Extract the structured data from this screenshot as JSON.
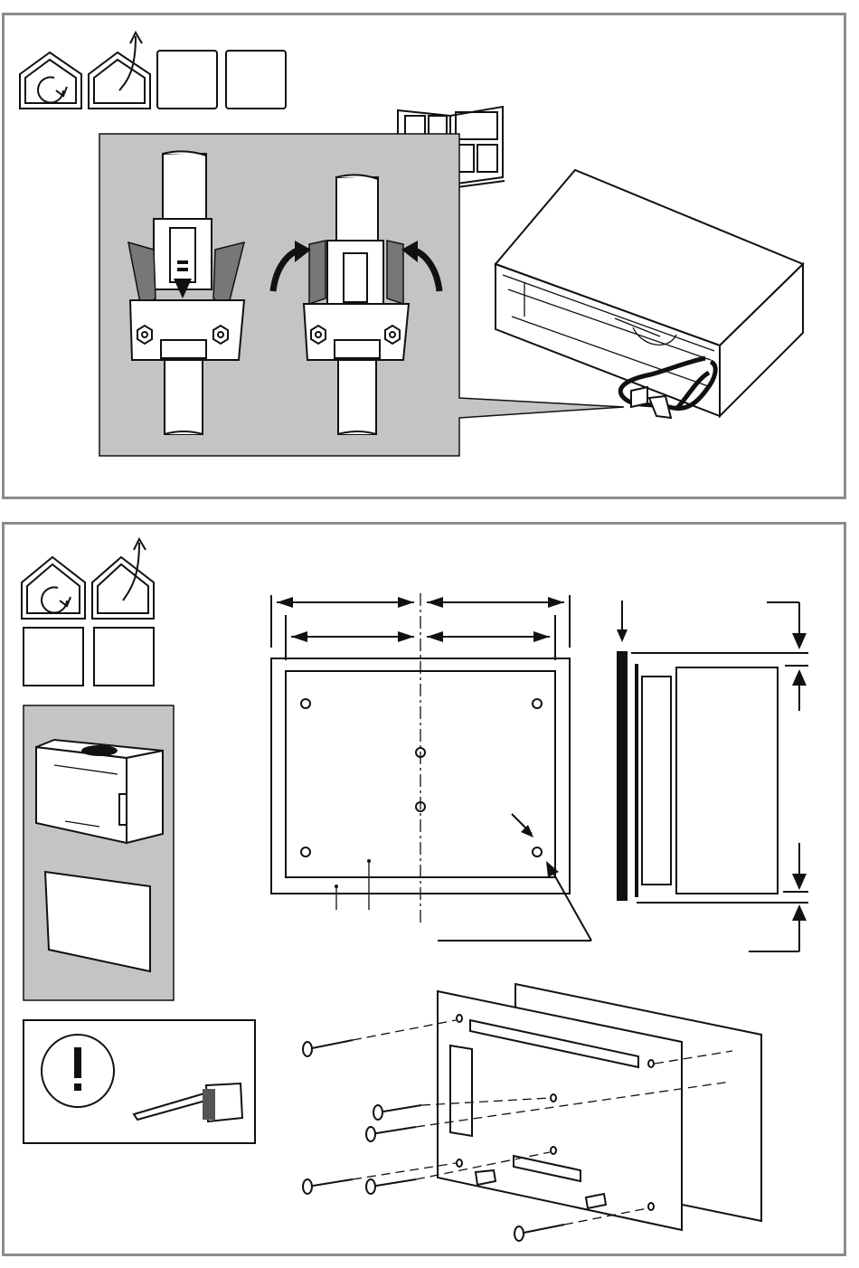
{
  "page": {
    "description_visible_text": "",
    "colors": {
      "panel_border": "#8c8c8c",
      "gray_box": "#c4c4c4",
      "ink": "#111111"
    }
  },
  "top_panel": {
    "icons": [
      "home-rotate-icon",
      "home-exhaust-icon",
      "empty-box",
      "empty-box"
    ],
    "manual_icon": "open-book-icon"
  },
  "bottom_panel": {
    "icons": [
      "home-rotate-icon",
      "home-exhaust-icon",
      "empty-box",
      "empty-box"
    ],
    "warning_icon": "exclamation-circle-icon",
    "tool_icon": "tape-measure-icon"
  }
}
